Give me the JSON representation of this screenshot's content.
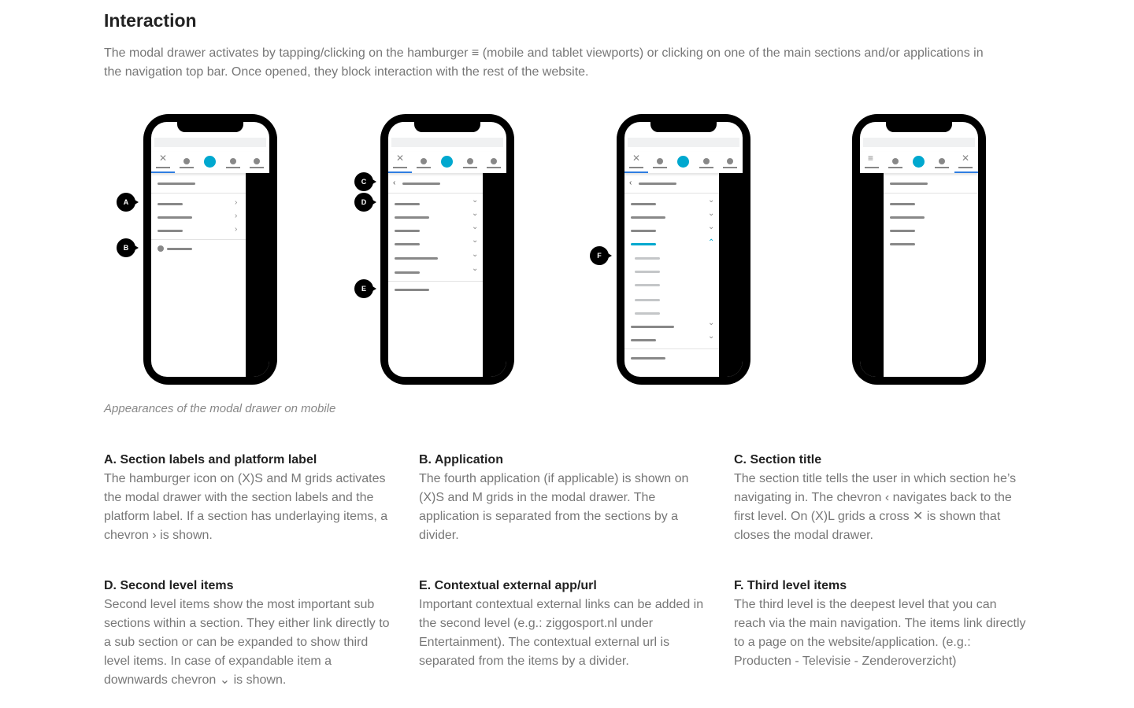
{
  "title": "Interaction",
  "intro": "The modal drawer activates by tapping/clicking on the hamburger ≡ (mobile and tablet viewports) or clicking on one of the main sections and/or applications in the navigation top bar. Once opened, they block interaction with the rest of the website.",
  "caption": "Appearances of the modal drawer on mobile",
  "markers": [
    "A",
    "B",
    "C",
    "D",
    "E",
    "F"
  ],
  "colors": {
    "accent": "#00a8cf",
    "tab_underline": "#2f7de1"
  },
  "sections": [
    {
      "title": "A. Section labels and platform label",
      "body": "The hamburger icon on (X)S and M grids activates the modal drawer with the section labels and the platform label. If a section has underlaying items, a chevron › is shown."
    },
    {
      "title": "B. Application",
      "body": "The fourth application (if applicable) is shown on (X)S and M grids in the modal drawer. The application is separated from the sections by a divider."
    },
    {
      "title": "C. Section title",
      "body": "The section title tells the user in which section he’s navigating in. The chevron ‹ navigates back to the first level. On (X)L grids a cross ✕ is shown that closes the modal drawer."
    },
    {
      "title": "D. Second level items",
      "body": "Second level items show the most important sub sections within a section. They either link directly to a sub section or can be expanded to show third level items. In case of expandable item a downwards chevron ⌄ is shown."
    },
    {
      "title": "E. Contextual external app/url",
      "body": "Important contextual external links can be added in the second level (e.g.: ziggosport.nl under Entertainment). The contextual external url is separated from the items by a divider."
    },
    {
      "title": "F. Third level items",
      "body": "The third level is the deepest level that you can reach via the main navigation. The items link directly to a page on the website/application. (e.g.: Producten - Televisie - Zenderoverzicht)"
    }
  ]
}
